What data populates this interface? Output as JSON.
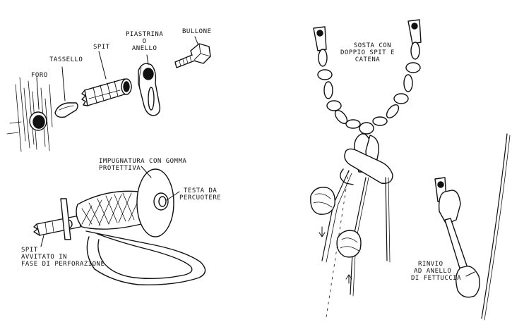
{
  "labels": {
    "foro": "FORO",
    "tassello": "TASSELLO",
    "spit": "SPIT",
    "piastrina": [
      "PIASTRINA",
      "O",
      "ANELLO"
    ],
    "bullone": "BULLONE",
    "impugnatura": [
      "IMPUGNATURA CON GOMMA",
      "PROTETTIVA"
    ],
    "testa": [
      "TESTA DA",
      "PERCUOTERE"
    ],
    "spit_avvitato": [
      "SPIT",
      "AVVITATO IN",
      "FASE DI PERFORAZIONE"
    ],
    "sosta": [
      "SOSTA CON",
      "DOPPIO SPIT E",
      "CATENA"
    ],
    "rinvio": [
      "RINVIO",
      "AD ANELLO",
      "DI FETTUCCIA"
    ]
  }
}
